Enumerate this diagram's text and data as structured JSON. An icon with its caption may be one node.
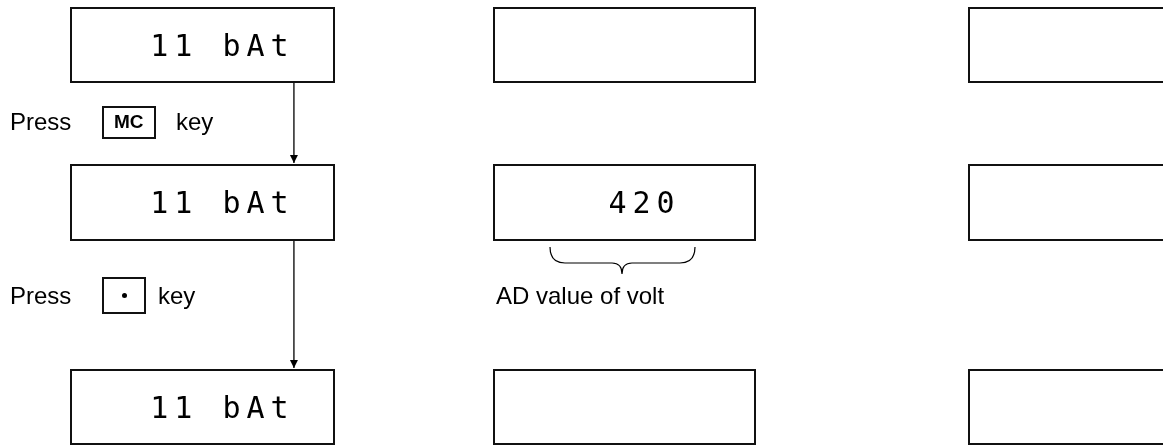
{
  "diagram": {
    "nodes": [
      {
        "text": [
          "11 bAt"
        ]
      },
      {
        "text": [],
        "shape": "box"
      },
      {
        "text": [],
        "shape": "box"
      },
      {
        "text": [
          "11 bAt"
        ]
      },
      {
        "text": [
          "420"
        ]
      },
      {
        "text": [],
        "shape": "box"
      },
      {
        "text": [
          "11 bAt"
        ]
      },
      {
        "text": [],
        "shape": "box"
      },
      {
        "text": [],
        "shape": "box"
      }
    ],
    "edges": [
      {
        "from": 0,
        "to": 3,
        "arrow": "to"
      },
      {
        "from": 3,
        "to": 6,
        "arrow": "to"
      }
    ],
    "labels": [
      "Press",
      "MC",
      "key",
      "Press",
      "key",
      "AD value of volt"
    ]
  }
}
